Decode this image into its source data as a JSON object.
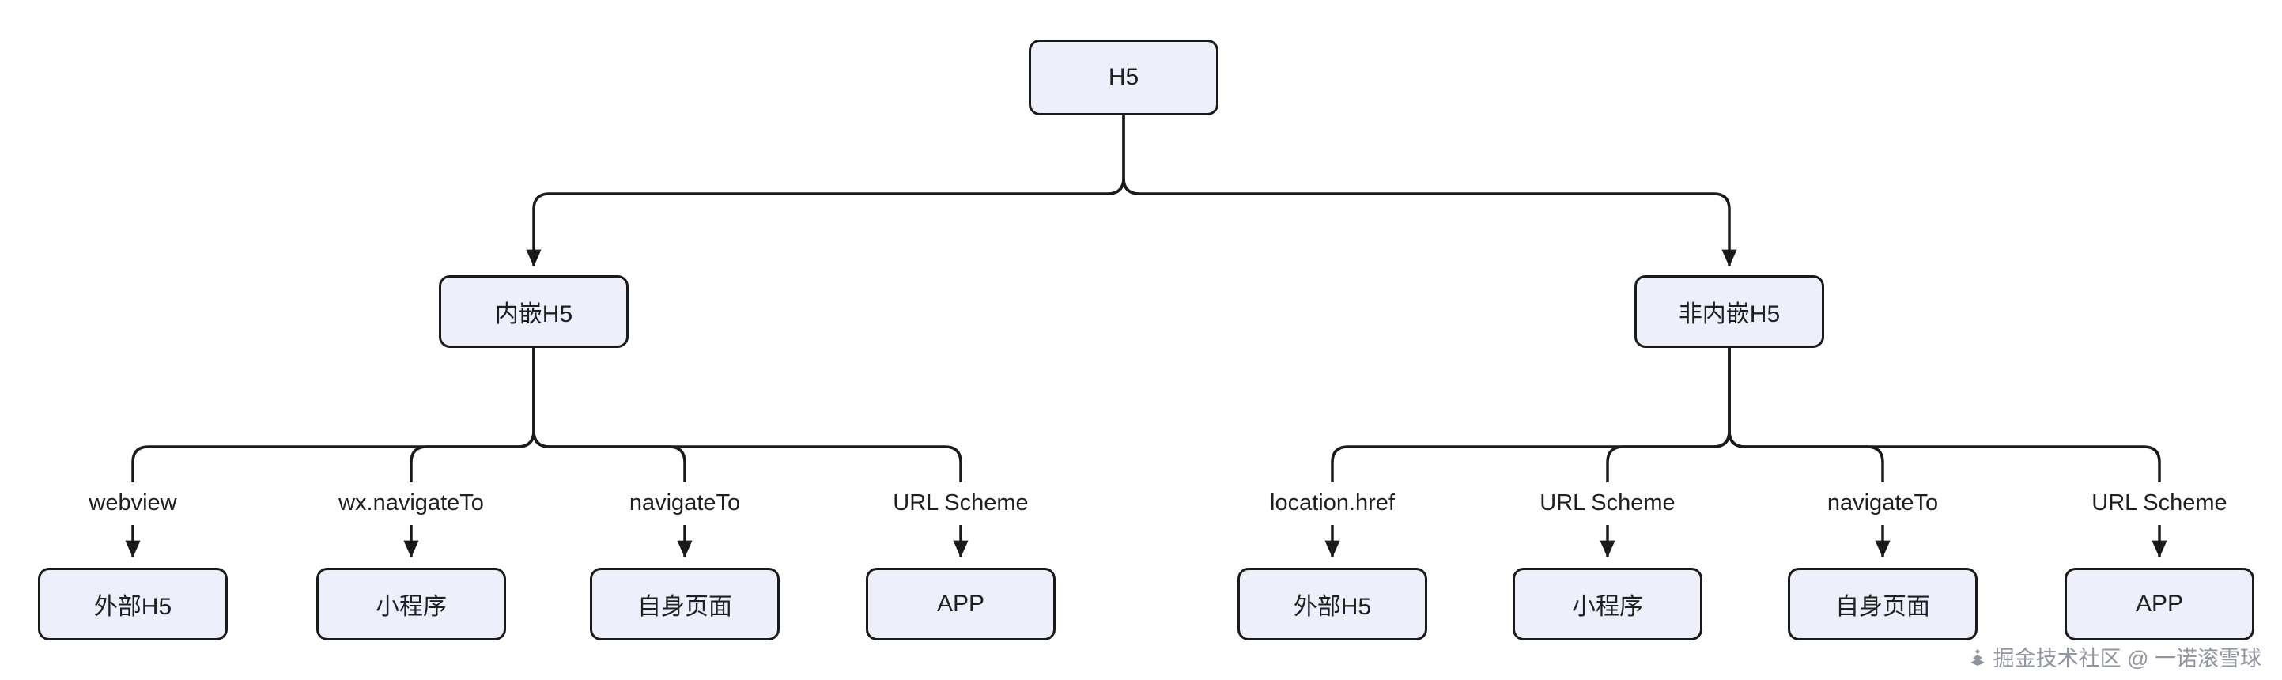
{
  "diagram": {
    "type": "flowchart",
    "root": {
      "label": "H5"
    },
    "branches": [
      {
        "label": "内嵌H5",
        "children": [
          {
            "edge_label": "webview",
            "label": "外部H5"
          },
          {
            "edge_label": "wx.navigateTo",
            "label": "小程序"
          },
          {
            "edge_label": "navigateTo",
            "label": "自身页面"
          },
          {
            "edge_label": "URL Scheme",
            "label": "APP"
          }
        ]
      },
      {
        "label": "非内嵌H5",
        "children": [
          {
            "edge_label": "location.href",
            "label": "外部H5"
          },
          {
            "edge_label": "URL Scheme",
            "label": "小程序"
          },
          {
            "edge_label": "navigateTo",
            "label": "自身页面"
          },
          {
            "edge_label": "URL Scheme",
            "label": "APP"
          }
        ]
      }
    ]
  },
  "watermark": {
    "text": "掘金技术社区 @ 一诺滚雪球"
  },
  "colors": {
    "background": "#ffffff",
    "node_fill": "#edeffa",
    "node_border": "#1a1a1a",
    "line": "#1a1a1a",
    "text": "#1f1f1f",
    "watermark": "#8f949e"
  }
}
